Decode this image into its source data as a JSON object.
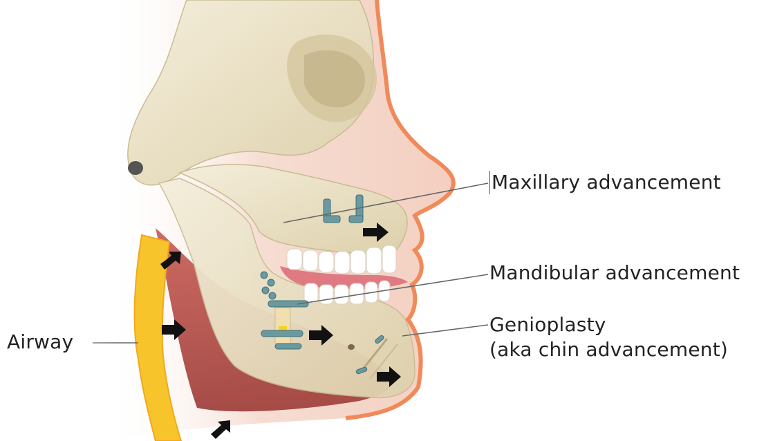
{
  "labels": {
    "maxillary": "Maxillary advancement",
    "mandibular": "Mandibular advancement",
    "genioplasty": "Genioplasty",
    "genioplasty_sub": "(aka chin advancement)",
    "airway": "Airway"
  },
  "colors": {
    "skin_outline": "#f08a5a",
    "skin_fill": "#f6d8cc",
    "bone": "#ece3c8",
    "bone_shadow": "#c9bb93",
    "muscle": "#b94a44",
    "airway": "#f7c42c",
    "plate": "#6a9aa0",
    "arrow": "#111111",
    "leader_line": "#666666"
  },
  "icons": [
    "arrow-icon",
    "fixation-plate-icon"
  ]
}
